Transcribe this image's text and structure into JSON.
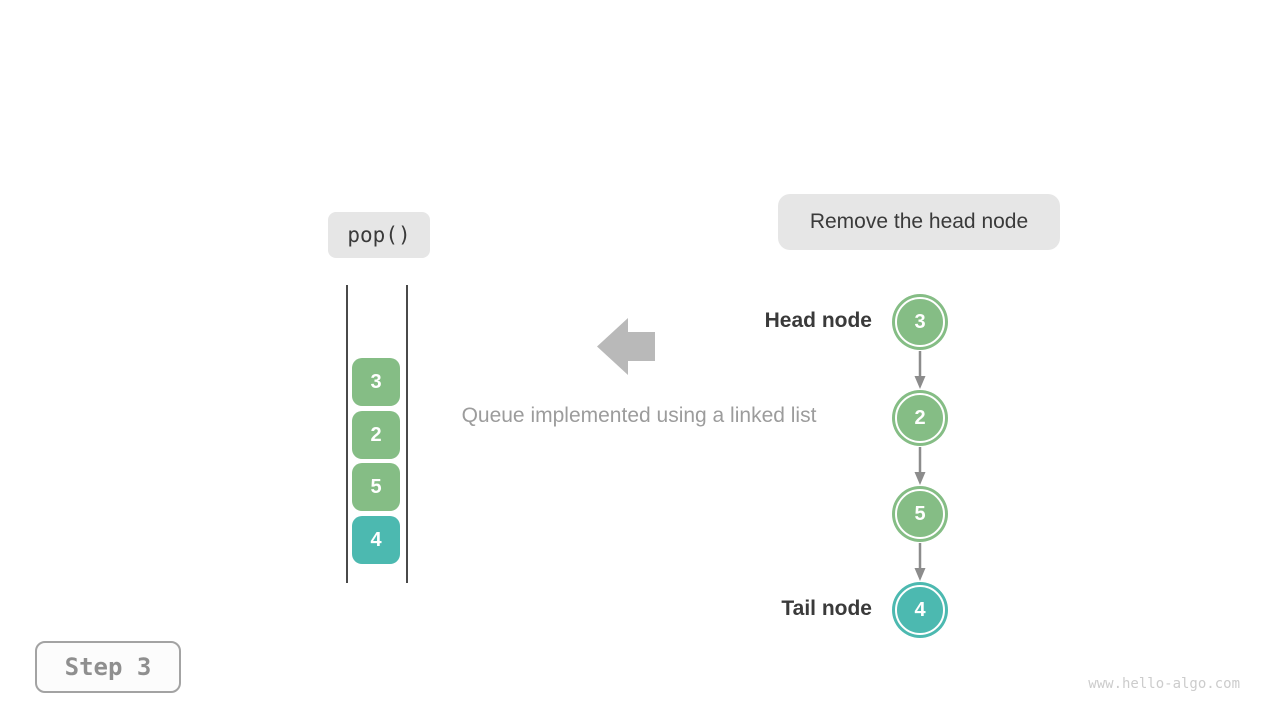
{
  "operation": {
    "label": "pop()"
  },
  "annotation": {
    "label": "Remove the head node"
  },
  "caption": "Queue implemented using a linked list",
  "step": {
    "label": "Step 3"
  },
  "watermark": "www.hello-algo.com",
  "colors": {
    "node_green": "#85bd85",
    "node_teal": "#4cb9b0",
    "link_arrow_gray": "#8c8c8c",
    "big_arrow_gray": "#b9b9b9",
    "label_dark": "#3a3a3a",
    "caption_gray": "#9c9c9c",
    "pill_bg": "#e6e6e6"
  },
  "queue": {
    "boxes": [
      {
        "value": "3",
        "color": "#85bd85"
      },
      {
        "value": "2",
        "color": "#85bd85"
      },
      {
        "value": "5",
        "color": "#85bd85"
      },
      {
        "value": "4",
        "color": "#4cb9b0"
      }
    ]
  },
  "linked_list": {
    "head_label": "Head node",
    "tail_label": "Tail node",
    "nodes": [
      {
        "value": "3",
        "color": "#85bd85"
      },
      {
        "value": "2",
        "color": "#85bd85"
      },
      {
        "value": "5",
        "color": "#85bd85"
      },
      {
        "value": "4",
        "color": "#4cb9b0"
      }
    ]
  }
}
